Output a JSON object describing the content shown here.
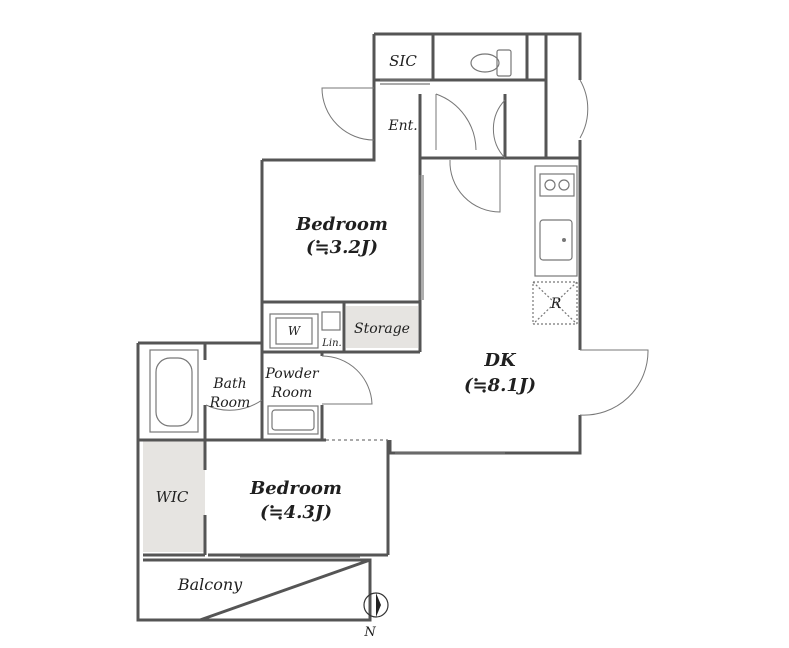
{
  "rooms": {
    "sic": "SIC",
    "entrance": "Ent.",
    "bedroom1_name": "Bedroom",
    "bedroom1_size": "(≒3.2J)",
    "washer": "W",
    "linen": "Lin.",
    "storage": "Storage",
    "bath_line1": "Bath",
    "bath_line2": "Room",
    "powder_line1": "Powder",
    "powder_line2": "Room",
    "dk_name": "DK",
    "dk_size": "(≒8.1J)",
    "refrigerator": "R",
    "wic": "WIC",
    "bedroom2_name": "Bedroom",
    "bedroom2_size": "(≒4.3J)",
    "balcony": "Balcony"
  },
  "compass": {
    "label": "N"
  },
  "colors": {
    "wall": "#555555",
    "shaded_room": "#e6e4e1",
    "line": "#777777"
  }
}
